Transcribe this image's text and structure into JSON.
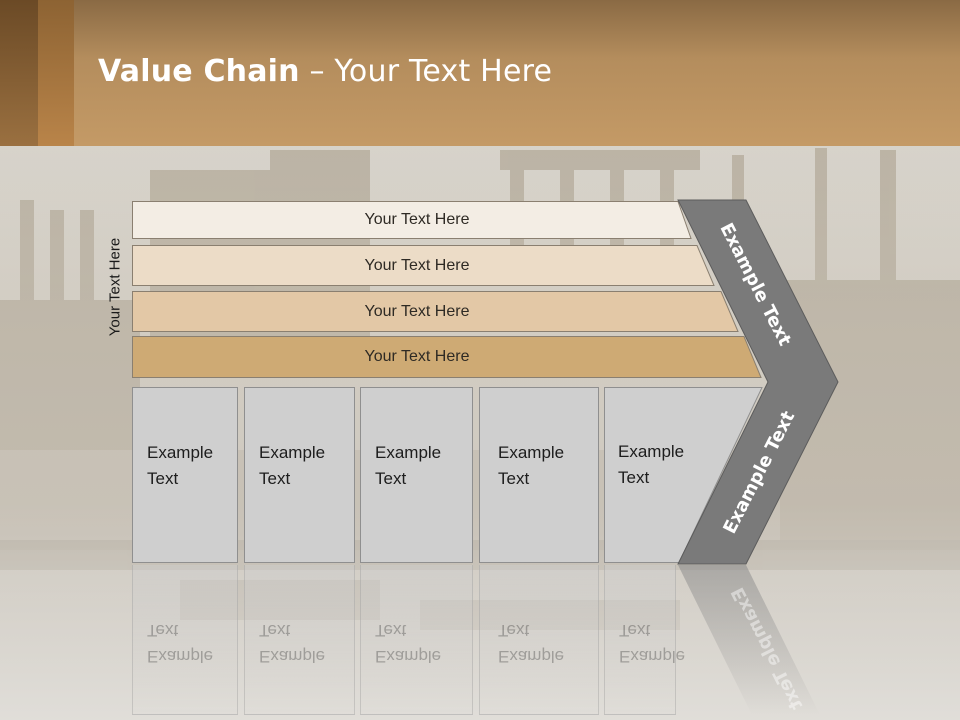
{
  "slide": {
    "title_bold": "Value Chain",
    "title_rest": " – Your Text Here",
    "vertical_label": "Your Text Here",
    "rows": [
      {
        "label": "Your Text Here",
        "fill": "#f3ede4"
      },
      {
        "label": "Your Text Here",
        "fill": "#ecdcc7"
      },
      {
        "label": "Your Text Here",
        "fill": "#e3c8a6"
      },
      {
        "label": "Your Text Here",
        "fill": "#ceaa74"
      }
    ],
    "boxes": [
      {
        "line1": "Example",
        "line2": "Text"
      },
      {
        "line1": "Example",
        "line2": "Text"
      },
      {
        "line1": "Example",
        "line2": "Text"
      },
      {
        "line1": "Example",
        "line2": "Text"
      },
      {
        "line1": "Example",
        "line2": "Text"
      }
    ],
    "chevron": {
      "upper_text": "Example Text",
      "lower_text": "Example Text",
      "fill": "#7a7a7a"
    }
  }
}
